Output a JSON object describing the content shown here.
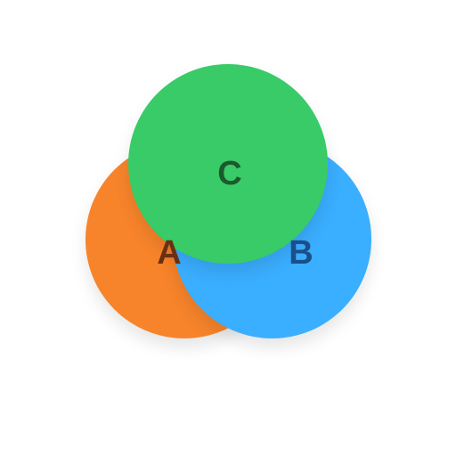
{
  "diagram": {
    "type": "venn",
    "sets": [
      {
        "id": "A",
        "label": "A",
        "color": "#F7842B",
        "label_color": "#6B2F12"
      },
      {
        "id": "B",
        "label": "B",
        "color": "#3AAEFF",
        "label_color": "#1B4F8A"
      },
      {
        "id": "C",
        "label": "C",
        "color": "#39CB67",
        "label_color": "#1C5A2E"
      }
    ]
  }
}
